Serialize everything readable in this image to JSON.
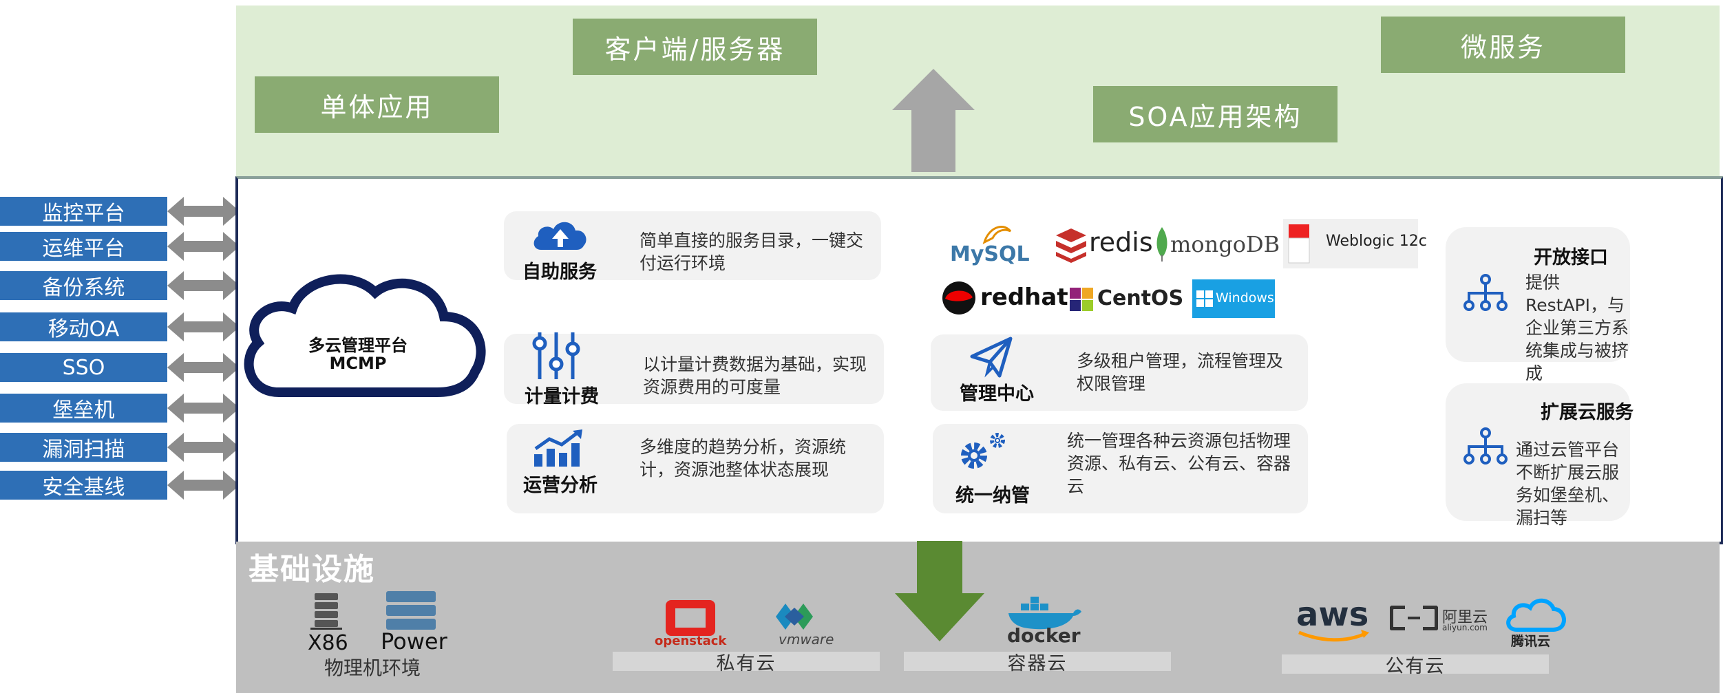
{
  "evolution": {
    "monolith": "单体应用",
    "client_server": "客户端/服务器",
    "soa": "SOA应用架构",
    "microservice": "微服务"
  },
  "systems": [
    "监控平台",
    "运维平台",
    "备份系统",
    "移动OA",
    "SSO",
    "堡垒机",
    "漏洞扫描",
    "安全基线"
  ],
  "platform": {
    "name": "多云管理平台",
    "short": "MCMP"
  },
  "modules": {
    "self_service": {
      "title": "自助服务",
      "desc": "简单直接的服务目录，一键交付运行环境"
    },
    "metering": {
      "title": "计量计费",
      "desc": "以计量计费数据为基础，实现资源费用的可度量"
    },
    "analytics": {
      "title": "运营分析",
      "desc": "多维度的趋势分析，资源统计，资源池整体状态展现"
    },
    "management": {
      "title": "管理中心",
      "desc": "多级租户管理，流程管理及权限管理"
    },
    "unified": {
      "title": "统一纳管",
      "desc": "统一管理各种云资源包括物理资源、私有云、公有云、容器云"
    },
    "open_api": {
      "title": "开放接口",
      "desc": "提供RestAPI，与企业第三方系统集成与被挤成"
    },
    "extend": {
      "title": "扩展云服务",
      "desc": "通过云管平台不断扩展云服务如堡垒机、漏扫等"
    }
  },
  "middleware_logos": {
    "mysql": "MySQL",
    "redis": "redis",
    "mongodb": "mongoDB",
    "weblogic": "Weblogic 12c",
    "redhat": "redhat",
    "centos": "CentOS",
    "windows": "Windows"
  },
  "infrastructure": {
    "title": "基础设施",
    "physical": {
      "label": "物理机环境",
      "x86": "X86",
      "power": "Power"
    },
    "private": {
      "label": "私有云",
      "openstack": "openstack",
      "vmware": "vmware"
    },
    "container": {
      "label": "容器云",
      "docker": "docker"
    },
    "public": {
      "label": "公有云",
      "aws": "aws",
      "aliyun": "阿里云",
      "aliyun_en": "aliyun.com",
      "tencent": "腾讯云"
    }
  },
  "colors": {
    "green_box": "#8aab72",
    "top_band": "#deedd4",
    "system_blue": "#2e6fb6",
    "navy": "#1d2b57",
    "icon_blue": "#1f5fbf",
    "down_arrow": "#5a8a32"
  }
}
